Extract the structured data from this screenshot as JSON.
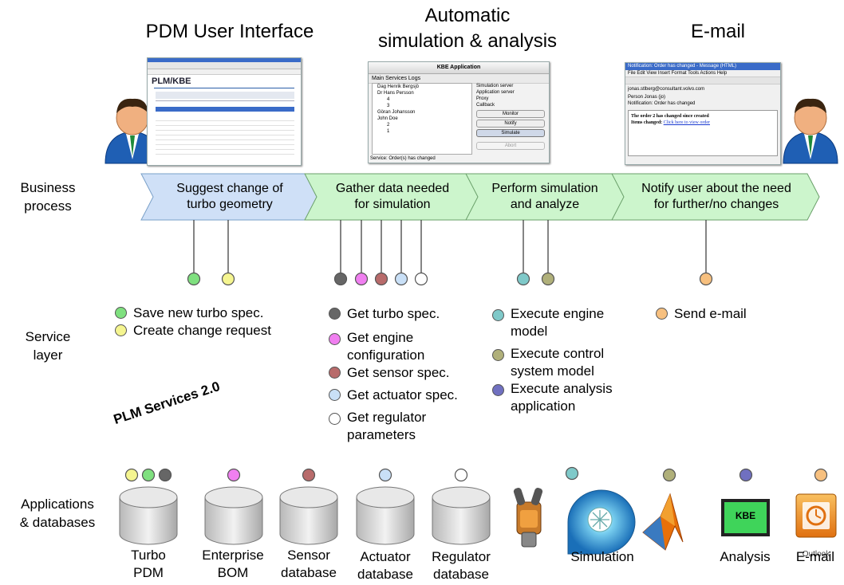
{
  "headers": {
    "pdm": "PDM User Interface",
    "auto_line1": "Automatic",
    "auto_line2": "simulation & analysis",
    "email": "E-mail"
  },
  "row_labels": {
    "business_line1": "Business",
    "business_line2": "process",
    "service_line1": "Service",
    "service_line2": "layer",
    "apps_line1": "Applications",
    "apps_line2": "& databases"
  },
  "process_steps": [
    {
      "line1": "Suggest change of",
      "line2": "turbo geometry",
      "color": "#cfe0f7"
    },
    {
      "line1": "Gather data needed",
      "line2": "for simulation",
      "color": "#ccf5cc"
    },
    {
      "line1": "Perform simulation",
      "line2": "and analyze",
      "color": "#ccf5cc"
    },
    {
      "line1": "Notify user about the need",
      "line2": "for further/no changes",
      "color": "#ccf5cc"
    }
  ],
  "services": {
    "col1": [
      {
        "text": "Save new turbo spec.",
        "color": "#7fe07f"
      },
      {
        "text": "Create change request",
        "color": "#f5f590"
      }
    ],
    "col2": [
      {
        "text": "Get turbo spec.",
        "color": "#666666"
      },
      {
        "line1": "Get engine",
        "line2": "configuration",
        "color": "#f07ff0"
      },
      {
        "text": "Get sensor spec.",
        "color": "#b86b6b"
      },
      {
        "text": "Get actuator spec.",
        "color": "#c9e0f7"
      },
      {
        "line1": "Get regulator",
        "line2": "parameters",
        "color": "#ffffff"
      }
    ],
    "col3": [
      {
        "line1": "Execute engine",
        "line2": "model",
        "color": "#7fc9c9"
      },
      {
        "line1": "Execute control",
        "line2": "system model",
        "color": "#b0b07a"
      },
      {
        "line1": "Execute analysis",
        "line2": "application",
        "color": "#7070c0"
      }
    ],
    "col4": [
      {
        "text": "Send e-mail",
        "color": "#f7c07f"
      }
    ]
  },
  "plm_services": "PLM Services 2.0",
  "apps": [
    {
      "line1": "Turbo",
      "line2": "PDM"
    },
    {
      "line1": "Enterprise",
      "line2": "BOM"
    },
    {
      "line1": "Sensor",
      "line2": "database"
    },
    {
      "line1": "Actuator",
      "line2": "database"
    },
    {
      "line1": "Regulator",
      "line2": "database"
    },
    {
      "line1": "",
      "line2": "Simulation"
    },
    {
      "line1": "",
      "line2": "Analysis"
    },
    {
      "line1": "",
      "line2": "E-mail"
    }
  ],
  "app_icons": {
    "kbe": "KBE",
    "outlook": "Outlook"
  },
  "screens": {
    "pdm_title": "PLM/KBE",
    "kbe_title": "KBE Application",
    "kbe_menu": "Main   Services   Logs",
    "kbe_tree": [
      "Dag Henrik Bergsjö",
      "Dr Hans Persson",
      "4",
      "3",
      "Göran Johansson",
      "John Doe",
      "2",
      "1"
    ],
    "kbe_status_items": [
      "Simulation server",
      "Application server",
      "Proxy",
      "Callback"
    ],
    "kbe_buttons": [
      "Monitor",
      "Notify",
      "Simulate",
      "Abort"
    ],
    "kbe_statusbar": "Service: Order(s) has changed",
    "mail_title": "Notification: Order has changed - Message (HTML)",
    "mail_menu": "File  Edit  View  Insert  Format  Tools  Actions  Help",
    "mail_from": "jonas.stlberg@consultant.volvo.com",
    "mail_to": "Person Jonas (jo)",
    "mail_subject": "Notification: Order has changed",
    "mail_body1": "The order 2 has changed since created",
    "mail_body2": "Items changed:",
    "mail_link": "Click here to view order"
  }
}
